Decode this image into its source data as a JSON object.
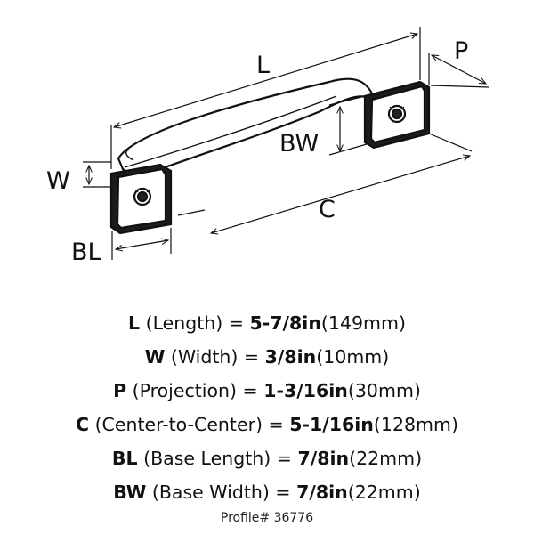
{
  "diagram": {
    "labels": {
      "L": "L",
      "P": "P",
      "BW": "BW",
      "W": "W",
      "C": "C",
      "BL": "BL"
    }
  },
  "specs": [
    {
      "code": "L",
      "name": " (Length) = ",
      "imperial": "5-7/8in",
      "metric": "(149mm)"
    },
    {
      "code": "W",
      "name": " (Width) = ",
      "imperial": "3/8in",
      "metric": "(10mm)"
    },
    {
      "code": "P",
      "name": " (Projection) = ",
      "imperial": "1-3/16in",
      "metric": "(30mm)"
    },
    {
      "code": "C",
      "name": " (Center-to-Center) = ",
      "imperial": "5-1/16in",
      "metric": "(128mm)"
    },
    {
      "code": "BL",
      "name": " (Base Length) = ",
      "imperial": "7/8in",
      "metric": "(22mm)"
    },
    {
      "code": "BW",
      "name": " (Base Width) = ",
      "imperial": "7/8in",
      "metric": "(22mm)"
    }
  ],
  "profile": "Profile# 36776"
}
